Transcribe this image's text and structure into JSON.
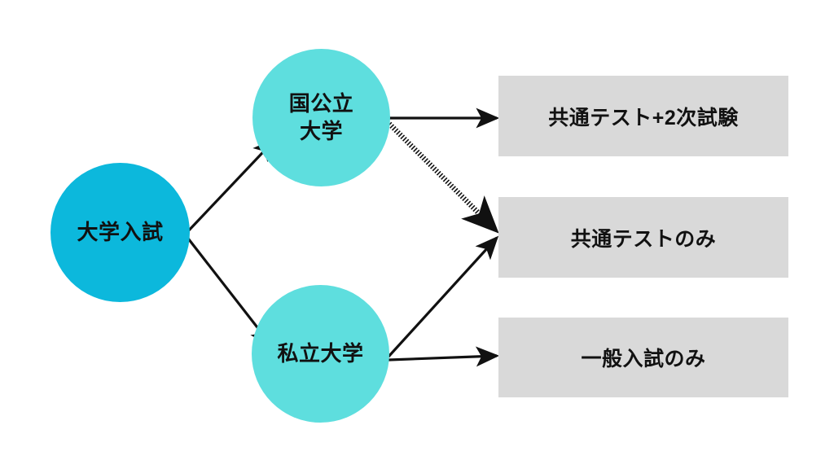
{
  "diagram": {
    "title_text": "大学入試",
    "background_color": "#FFFFFF",
    "root": {
      "label": "大学入試",
      "color": "#0CB8DC"
    },
    "branches": [
      {
        "id": "public",
        "label": "国公立\n大学",
        "color": "#5EDEDE"
      },
      {
        "id": "private",
        "label": "私立大学",
        "color": "#5EDEDE"
      }
    ],
    "outcomes": [
      {
        "id": "common-plus-secondary",
        "label": "共通テスト+2次試験",
        "color": "#D9D9D9"
      },
      {
        "id": "common-only",
        "label": "共通テストのみ",
        "color": "#D9D9D9"
      },
      {
        "id": "general-only",
        "label": "一般入試のみ",
        "color": "#D9D9D9"
      }
    ],
    "edges": [
      {
        "id": "root-to-public",
        "from": "大学入試",
        "to": "国公立大学",
        "style": "solid"
      },
      {
        "id": "root-to-private",
        "from": "大学入試",
        "to": "私立大学",
        "style": "solid"
      },
      {
        "id": "public-to-common-plus",
        "from": "国公立大学",
        "to": "共通テスト+2次試験",
        "style": "solid"
      },
      {
        "id": "public-to-common-only",
        "from": "国公立大学",
        "to": "共通テストのみ",
        "style": "dotted"
      },
      {
        "id": "private-to-common-only",
        "from": "私立大学",
        "to": "共通テストのみ",
        "style": "solid"
      },
      {
        "id": "private-to-general-only",
        "from": "私立大学",
        "to": "一般入試のみ",
        "style": "solid"
      }
    ],
    "edge_color": "#111111"
  }
}
